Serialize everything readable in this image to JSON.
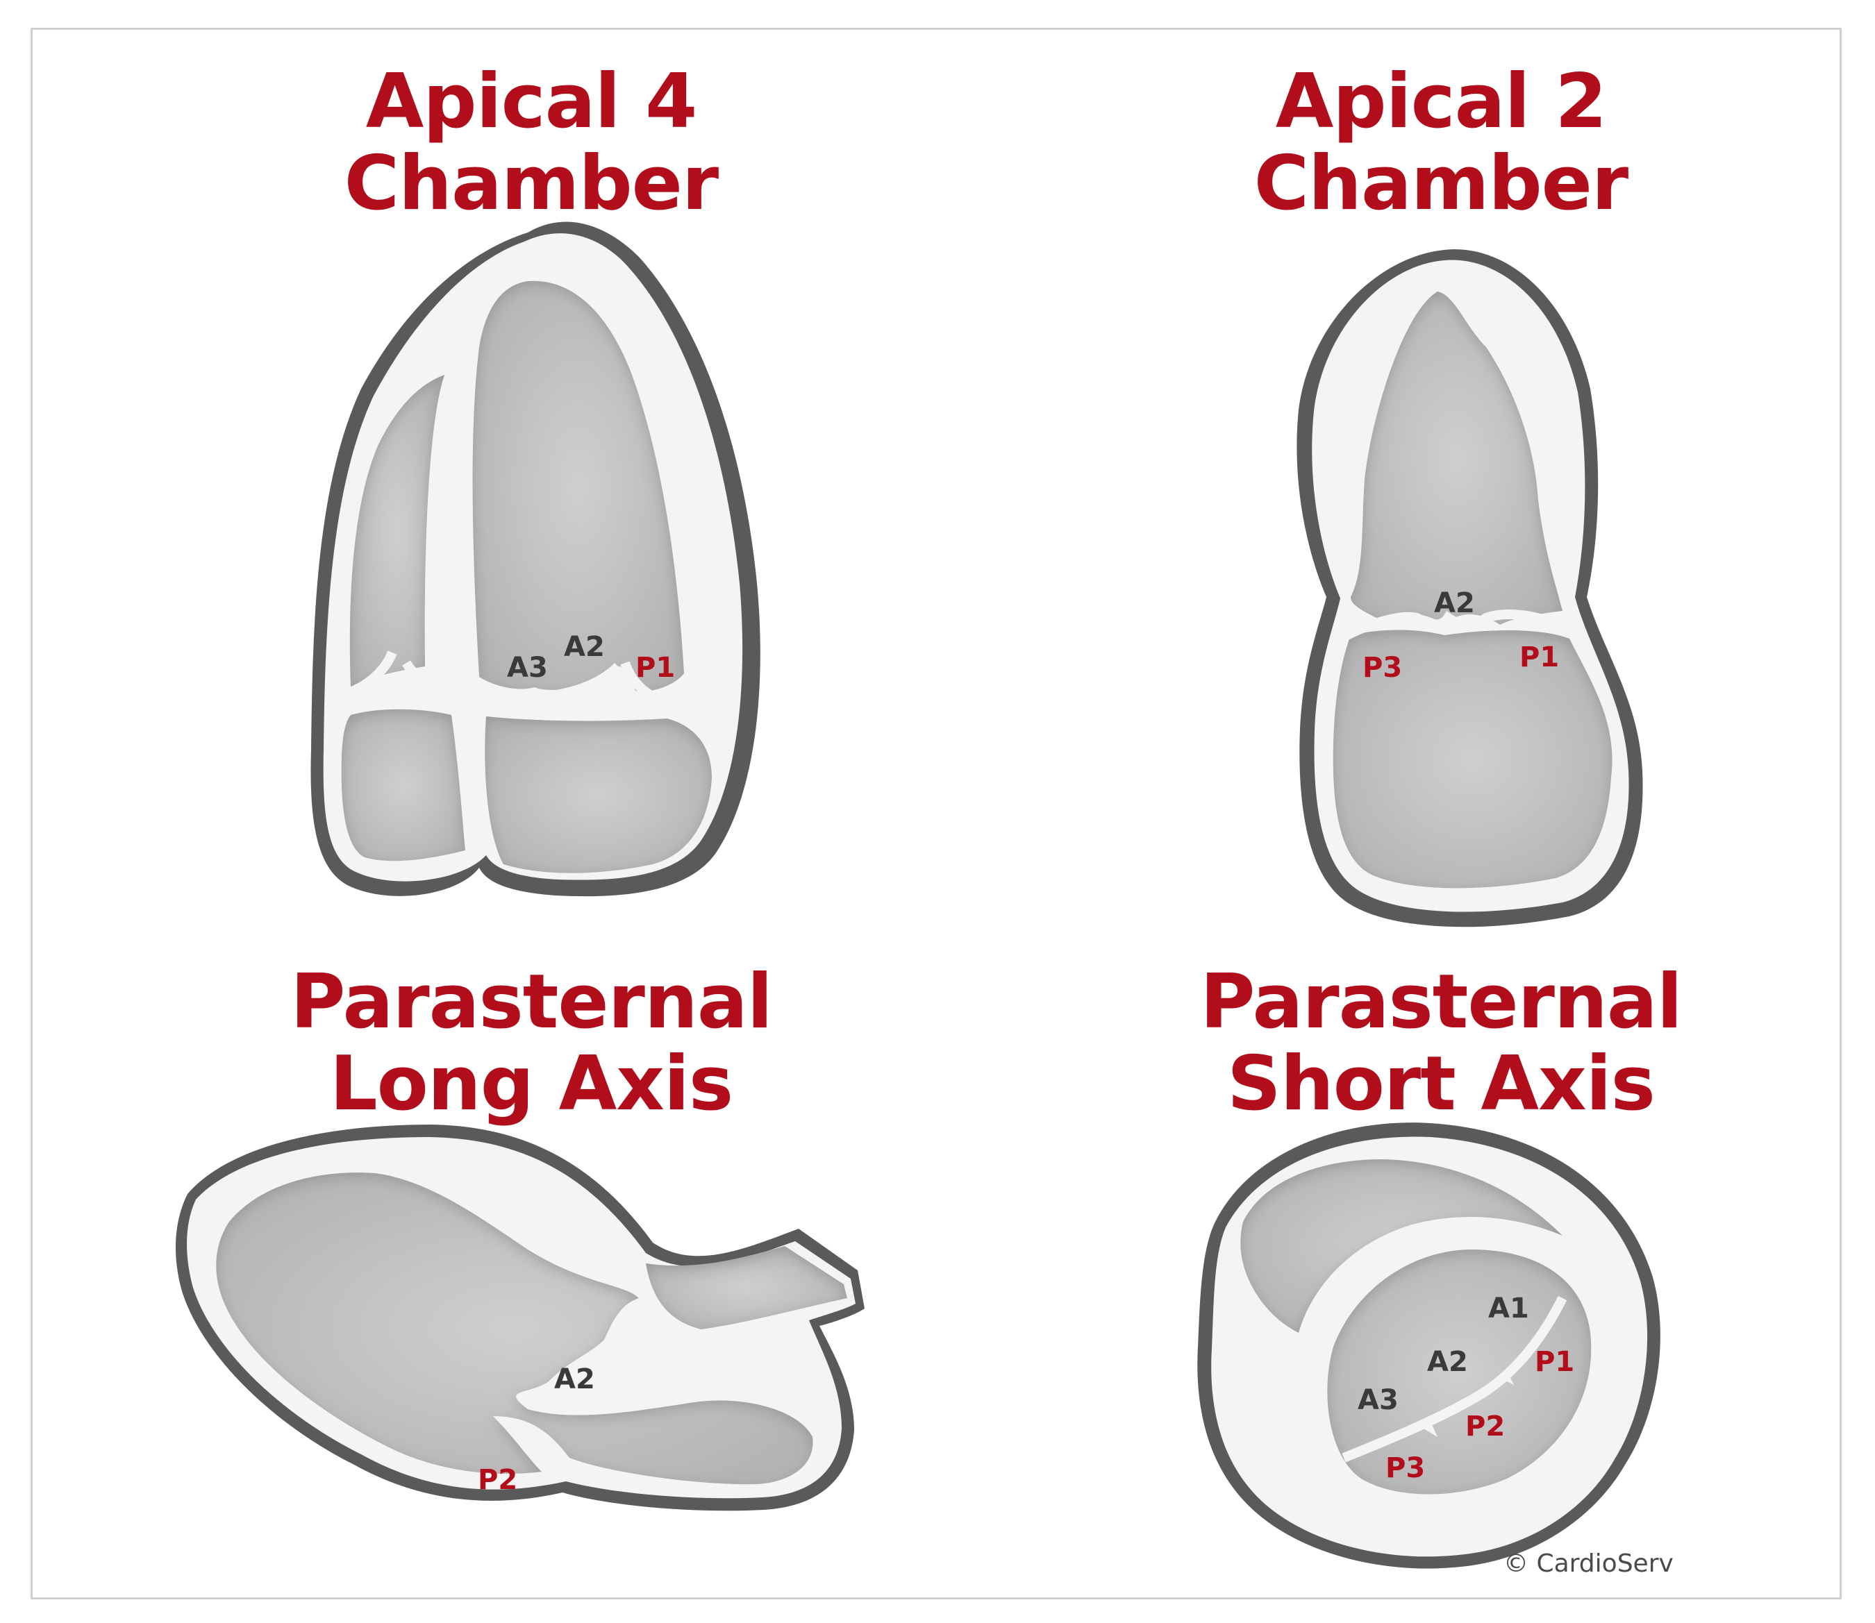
{
  "views": [
    {
      "title_lines": [
        "Apical 4",
        "Chamber"
      ],
      "labels": [
        {
          "text": "A3",
          "tone": "dark"
        },
        {
          "text": "A2",
          "tone": "dark"
        },
        {
          "text": "P1",
          "tone": "red"
        }
      ]
    },
    {
      "title_lines": [
        "Apical 2",
        "Chamber"
      ],
      "labels": [
        {
          "text": "A2",
          "tone": "dark"
        },
        {
          "text": "P3",
          "tone": "red"
        },
        {
          "text": "P1",
          "tone": "red"
        }
      ]
    },
    {
      "title_lines": [
        "Parasternal",
        "Long Axis"
      ],
      "labels": [
        {
          "text": "A2",
          "tone": "dark"
        },
        {
          "text": "P2",
          "tone": "red"
        }
      ]
    },
    {
      "title_lines": [
        "Parasternal",
        "Short Axis"
      ],
      "labels": [
        {
          "text": "A1",
          "tone": "dark"
        },
        {
          "text": "A2",
          "tone": "dark"
        },
        {
          "text": "A3",
          "tone": "dark"
        },
        {
          "text": "P1",
          "tone": "red"
        },
        {
          "text": "P2",
          "tone": "red"
        },
        {
          "text": "P3",
          "tone": "red"
        }
      ]
    }
  ],
  "copyright": "© CardioServ",
  "colors": {
    "title_red": "#b10d1a",
    "anterior_leaflet_label": "#3a3a3a",
    "posterior_leaflet_label": "#b10d1a",
    "chamber_gray": "#bdbdbd",
    "wall_white": "#f4f4f4",
    "outline_dark": "#555555"
  }
}
